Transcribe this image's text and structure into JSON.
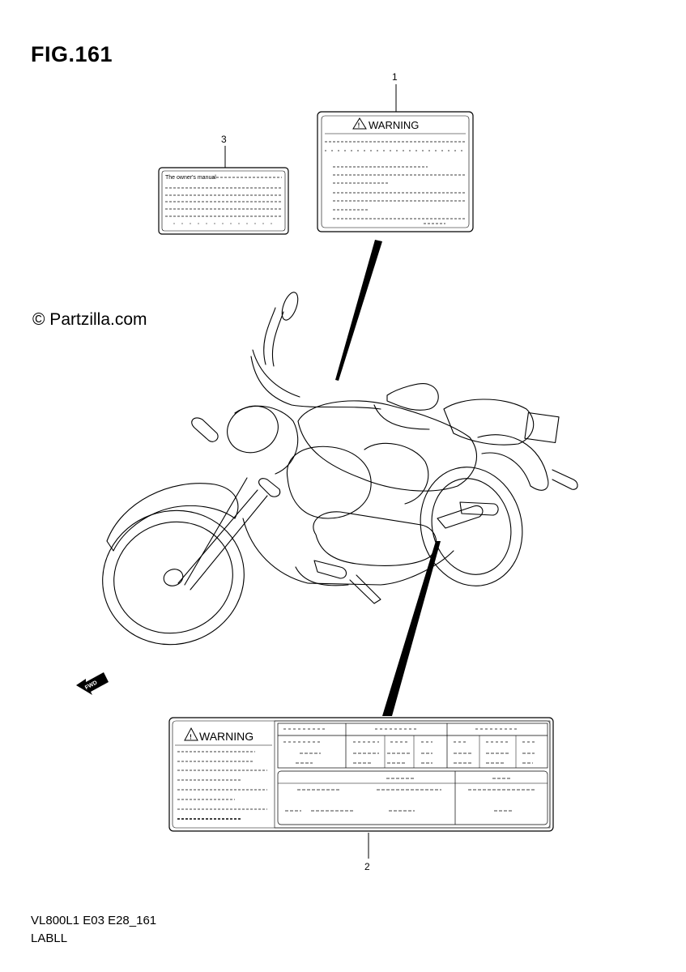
{
  "figure": {
    "title": "FIG.161",
    "copyright": "© Partzilla.com",
    "model_code": "VL800L1 E03 E28_161",
    "part_name": "LABLL"
  },
  "callouts": [
    {
      "id": "1",
      "label": "1"
    },
    {
      "id": "2",
      "label": "2"
    },
    {
      "id": "3",
      "label": "3"
    }
  ],
  "labels": {
    "warning_label_top": {
      "heading": "WARNING"
    },
    "owners_manual_label": {
      "heading": "The owner's manual"
    },
    "warning_label_bottom": {
      "heading": "WARNING"
    }
  },
  "icons": [
    "warning-triangle-icon",
    "fwd-arrow-icon"
  ]
}
